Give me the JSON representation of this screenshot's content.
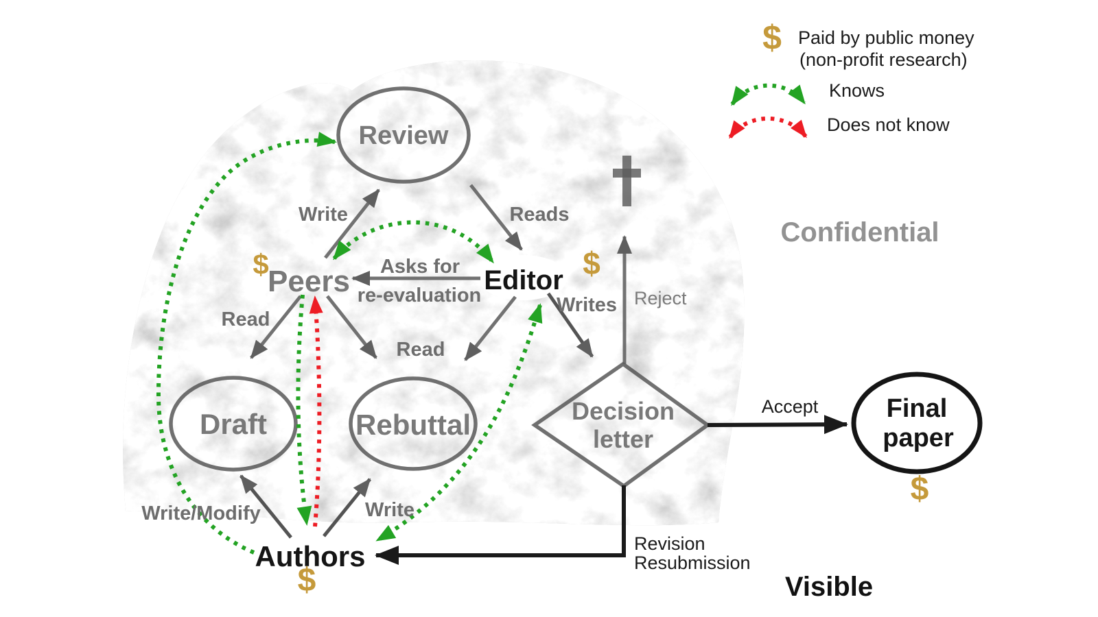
{
  "title": "Peer review confidentiality diagram",
  "legend": {
    "dollar": "$",
    "paid_line1": "Paid by public money",
    "paid_line2": "(non-profit research)",
    "knows": "Knows",
    "does_not_know": "Does not know"
  },
  "regions": {
    "confidential": "Confidential",
    "visible": "Visible"
  },
  "nodes": {
    "review": "Review",
    "peers": "Peers",
    "editor": "Editor",
    "draft": "Draft",
    "rebuttal": "Rebuttal",
    "decision_line1": "Decision",
    "decision_line2": "letter",
    "final_line1": "Final",
    "final_line2": "paper",
    "authors": "Authors"
  },
  "edges": {
    "write_review": "Write",
    "reads": "Reads",
    "asks_line1": "Asks for",
    "asks_line2": "re-evaluation",
    "read_draft": "Read",
    "read_rebuttal": "Read",
    "writes": "Writes",
    "reject": "Reject",
    "accept": "Accept",
    "write_modify": "Write/Modify",
    "write_rebuttal": "Write",
    "revision_line1": "Revision",
    "revision_line2": "Resubmission"
  },
  "colors": {
    "money": "#C59A3B",
    "knows_green": "#23A323",
    "does_not_know_red": "#ED1C24",
    "arrow_gray": "#5F5F5F",
    "black": "#1A1A1A"
  }
}
